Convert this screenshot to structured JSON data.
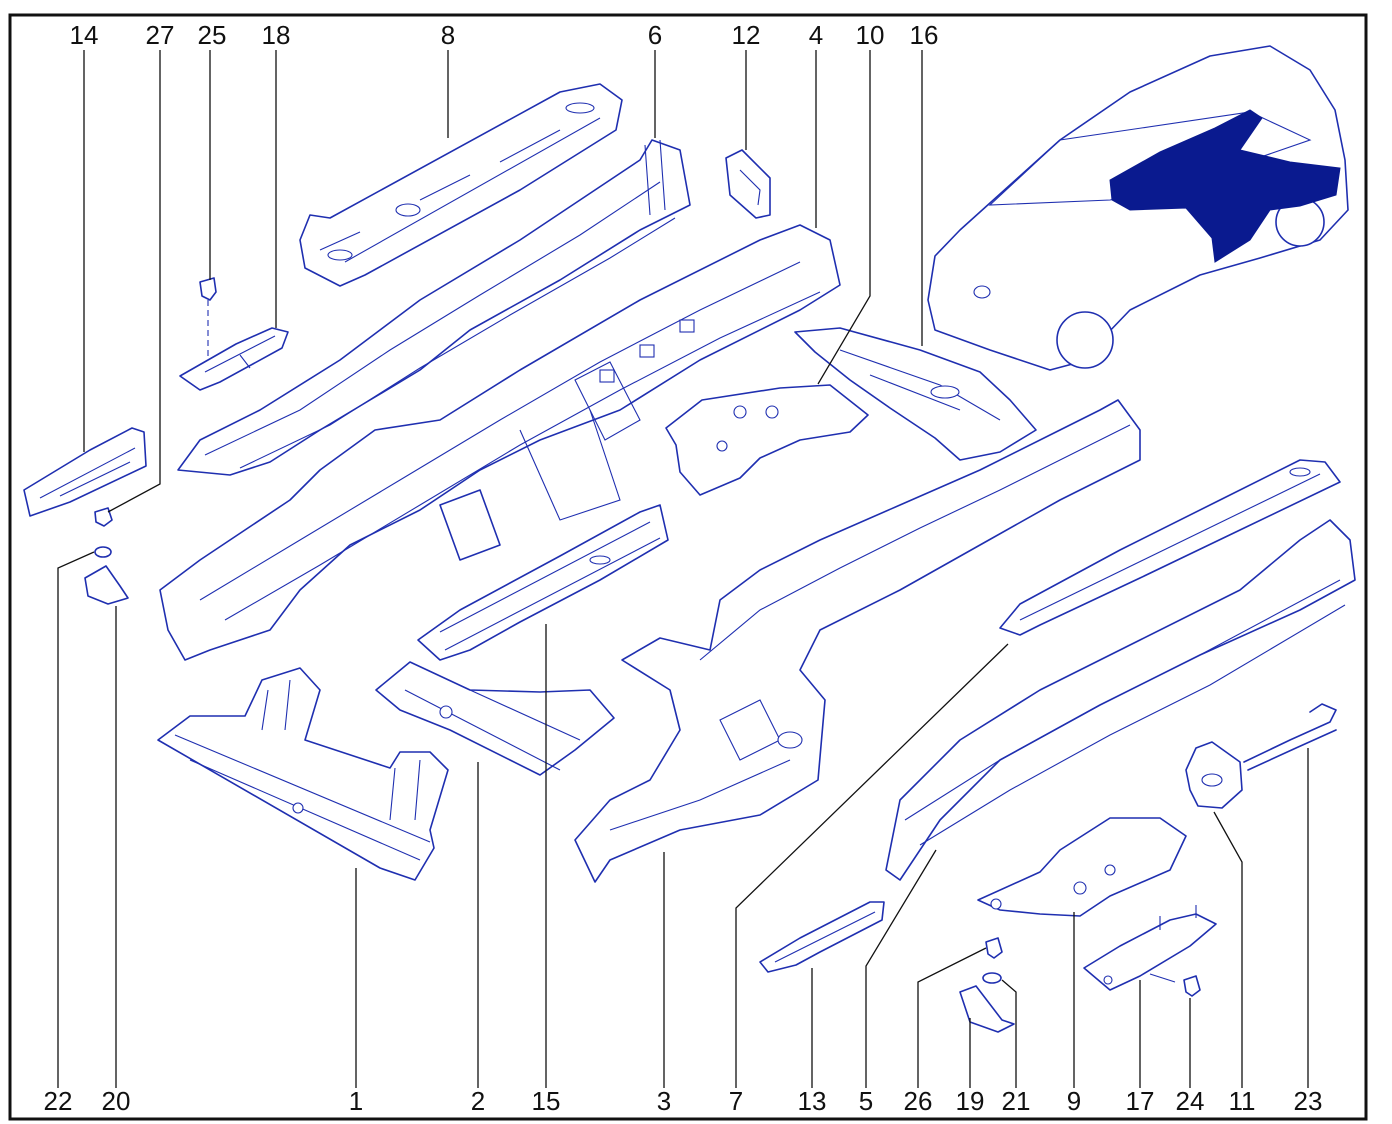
{
  "top_labels": [
    "14",
    "27",
    "25",
    "18",
    "8",
    "6",
    "12",
    "4",
    "10",
    "16"
  ],
  "bottom_labels": [
    "22",
    "20",
    "1",
    "2",
    "15",
    "3",
    "7",
    "13",
    "5",
    "26",
    "19",
    "21",
    "9",
    "17",
    "24",
    "11",
    "23"
  ],
  "colors": {
    "line": "#1f2fb0",
    "highlight": "#0a1a8f",
    "frame": "#111111"
  },
  "icons": {
    "vehicle": "car-silhouette-icon",
    "arrow": "arrow-icon"
  }
}
